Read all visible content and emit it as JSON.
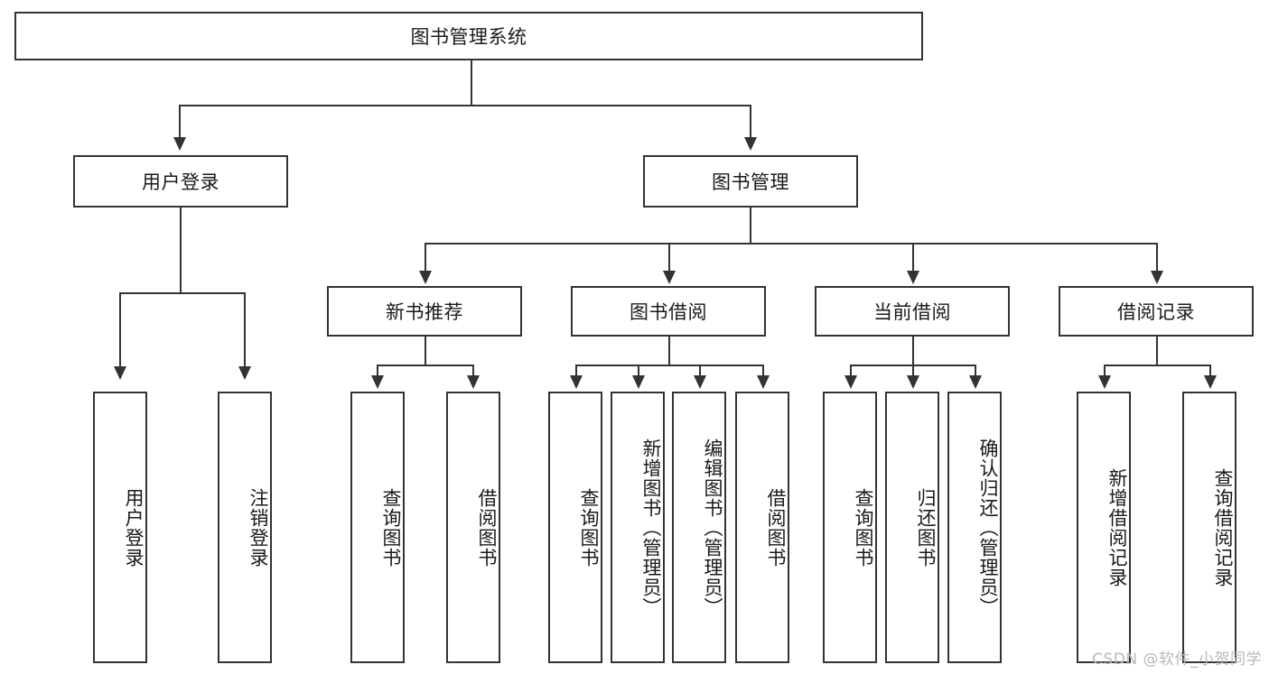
{
  "diagram": {
    "type": "tree",
    "title": "图书管理系统",
    "root": {
      "id": "root",
      "label": "图书管理系统"
    },
    "level2": [
      {
        "id": "user-login",
        "label": "用户登录"
      },
      {
        "id": "book-manage",
        "label": "图书管理"
      }
    ],
    "level3": [
      {
        "id": "new-book-recommend",
        "label": "新书推荐"
      },
      {
        "id": "book-borrow",
        "label": "图书借阅"
      },
      {
        "id": "current-borrow",
        "label": "当前借阅"
      },
      {
        "id": "borrow-record",
        "label": "借阅记录"
      }
    ],
    "leaves": {
      "user_login": [
        {
          "id": "leaf-user-login",
          "label": "用户登录"
        },
        {
          "id": "leaf-user-logout",
          "label": "注销登录"
        }
      ],
      "new_book_recommend": [
        {
          "id": "leaf-query-book-1",
          "label": "查询图书"
        },
        {
          "id": "leaf-borrow-book-1",
          "label": "借阅图书"
        }
      ],
      "book_borrow": [
        {
          "id": "leaf-query-book-2",
          "label": "查询图书"
        },
        {
          "id": "leaf-add-book",
          "label": "新增图书（管理员）"
        },
        {
          "id": "leaf-edit-book",
          "label": "编辑图书（管理员）"
        },
        {
          "id": "leaf-borrow-book-2",
          "label": "借阅图书"
        }
      ],
      "current_borrow": [
        {
          "id": "leaf-query-book-3",
          "label": "查询图书"
        },
        {
          "id": "leaf-return-book",
          "label": "归还图书"
        },
        {
          "id": "leaf-confirm-return",
          "label": "确认归还（管理员）"
        }
      ],
      "borrow_record": [
        {
          "id": "leaf-add-record",
          "label": "新增借阅记录"
        },
        {
          "id": "leaf-query-record",
          "label": "查询借阅记录"
        }
      ]
    }
  },
  "watermark": {
    "text": "CSDN @软件_小贺同学"
  },
  "colors": {
    "stroke": "#333333",
    "fill": "#ffffff",
    "text": "#1a1a1a",
    "watermark": "#b8b8b8"
  }
}
